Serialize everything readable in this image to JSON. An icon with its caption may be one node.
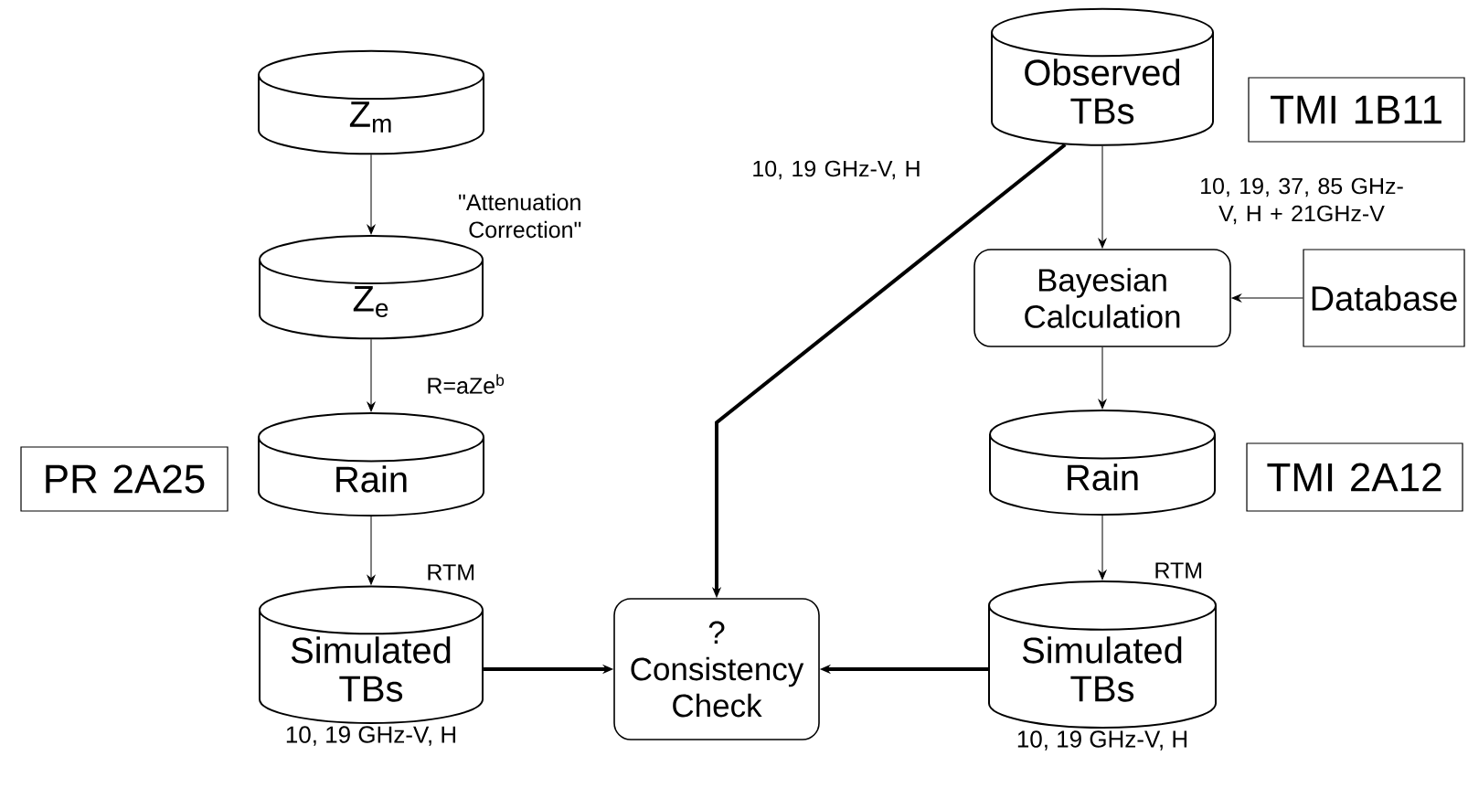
{
  "diagram": {
    "nodes": [
      {
        "text": [
          "Z$_{m}$"
        ]
      },
      {
        "text": [
          "Z$_{e}$"
        ]
      },
      {
        "text": [
          "PR 2A25"
        ]
      },
      {
        "text": [
          "Rain"
        ]
      },
      {
        "text": [
          "Simulated TBs"
        ],
        "beside": [
          "10, 19 GHz-V, H"
        ]
      },
      {
        "text": [
          "?",
          "Consistency Check"
        ]
      },
      {
        "text": [
          "Observed TBs"
        ]
      },
      {
        "text": [
          "TMI 1B11"
        ]
      },
      {
        "text": [
          "Bayesian Calculation"
        ]
      },
      {
        "text": [
          "Database"
        ]
      },
      {
        "text": [
          "Rain"
        ]
      },
      {
        "text": [
          "TMI 2A12"
        ]
      },
      {
        "text": [
          "Simulated TBs"
        ],
        "beside": [
          "10, 19 GHz-V, H"
        ]
      }
    ],
    "edges": [
      {
        "from": 0,
        "to": 1,
        "arrow": "to",
        "label": "\"Attenuation Correction\""
      },
      {
        "from": 1,
        "to": 3,
        "arrow": "to",
        "label": "R=aZe$^{b}$"
      },
      {
        "from": 3,
        "to": 4,
        "arrow": "to",
        "label": "RTM"
      },
      {
        "from": 4,
        "to": 5,
        "arrow": "to",
        "style": "thick"
      },
      {
        "from": 12,
        "to": 5,
        "arrow": "to",
        "style": "thick"
      },
      {
        "from": 6,
        "to": 5,
        "arrow": "to",
        "style": "thick",
        "label": "10, 19 GHz-V, H"
      },
      {
        "from": 6,
        "to": 8,
        "arrow": "to",
        "label": "10, 19, 37, 85 GHz-V, H + 21GHz-V"
      },
      {
        "from": 9,
        "to": 8,
        "arrow": "to"
      },
      {
        "from": 8,
        "to": 10,
        "arrow": "to"
      },
      {
        "from": 10,
        "to": 12,
        "arrow": "to",
        "label": "RTM"
      }
    ]
  }
}
